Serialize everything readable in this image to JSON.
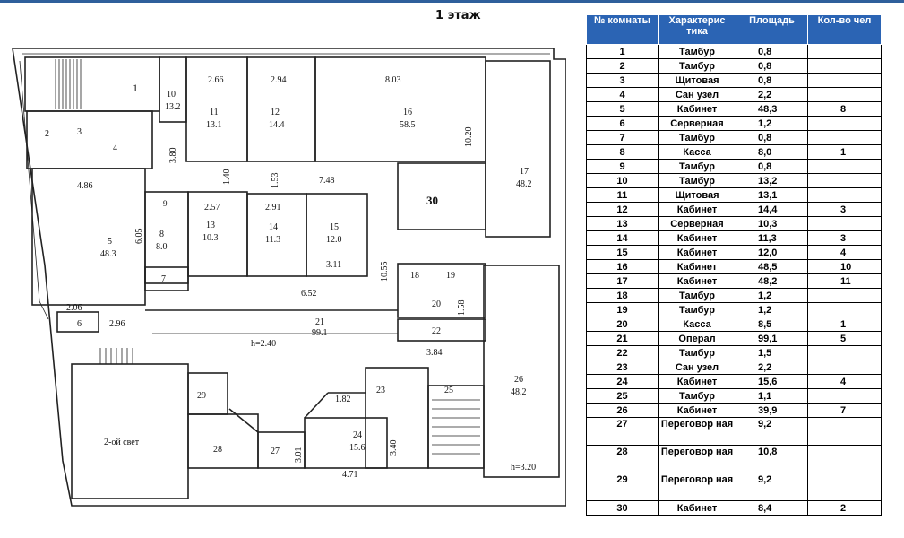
{
  "page": {
    "title": "1 этаж"
  },
  "table": {
    "headers": {
      "number": "№ комнаты",
      "type": "Характерис тика",
      "area": "Площадь",
      "people": "Кол-во чел"
    },
    "rows": [
      {
        "number": "1",
        "type": "Тамбур",
        "area": "0,8",
        "people": ""
      },
      {
        "number": "2",
        "type": "Тамбур",
        "area": "0,8",
        "people": ""
      },
      {
        "number": "3",
        "type": "Щитовая",
        "area": "0,8",
        "people": ""
      },
      {
        "number": "4",
        "type": "Сан узел",
        "area": "2,2",
        "people": ""
      },
      {
        "number": "5",
        "type": "Кабинет",
        "area": "48,3",
        "people": "8"
      },
      {
        "number": "6",
        "type": "Серверная",
        "area": "1,2",
        "people": ""
      },
      {
        "number": "7",
        "type": "Тамбур",
        "area": "0,8",
        "people": ""
      },
      {
        "number": "8",
        "type": "Касса",
        "area": "8,0",
        "people": "1"
      },
      {
        "number": "9",
        "type": "Тамбур",
        "area": "0,8",
        "people": ""
      },
      {
        "number": "10",
        "type": "Тамбур",
        "area": "13,2",
        "people": ""
      },
      {
        "number": "11",
        "type": "Щитовая",
        "area": "13,1",
        "people": ""
      },
      {
        "number": "12",
        "type": "Кабинет",
        "area": "14,4",
        "people": "3"
      },
      {
        "number": "13",
        "type": "Серверная",
        "area": "10,3",
        "people": ""
      },
      {
        "number": "14",
        "type": "Кабинет",
        "area": "11,3",
        "people": "3"
      },
      {
        "number": "15",
        "type": "Кабинет",
        "area": "12,0",
        "people": "4"
      },
      {
        "number": "16",
        "type": "Кабинет",
        "area": "48,5",
        "people": "10"
      },
      {
        "number": "17",
        "type": "Кабинет",
        "area": "48,2",
        "people": "11"
      },
      {
        "number": "18",
        "type": "Тамбур",
        "area": "1,2",
        "people": ""
      },
      {
        "number": "19",
        "type": "Тамбур",
        "area": "1,2",
        "people": ""
      },
      {
        "number": "20",
        "type": "Касса",
        "area": "8,5",
        "people": "1"
      },
      {
        "number": "21",
        "type": "Операл",
        "area": "99,1",
        "people": "5"
      },
      {
        "number": "22",
        "type": "Тамбур",
        "area": "1,5",
        "people": ""
      },
      {
        "number": "23",
        "type": "Сан узел",
        "area": "2,2",
        "people": ""
      },
      {
        "number": "24",
        "type": "Кабинет",
        "area": "15,6",
        "people": "4"
      },
      {
        "number": "25",
        "type": "Тамбур",
        "area": "1,1",
        "people": ""
      },
      {
        "number": "26",
        "type": "Кабинет",
        "area": "39,9",
        "people": "7"
      },
      {
        "number": "27",
        "type": "Переговор ная",
        "area": "9,2",
        "people": ""
      },
      {
        "number": "28",
        "type": "Переговор ная",
        "area": "10,8",
        "people": ""
      },
      {
        "number": "29",
        "type": "Переговор ная",
        "area": "9,2",
        "people": ""
      },
      {
        "number": "30",
        "type": "Кабинет",
        "area": "8,4",
        "people": "2"
      }
    ]
  },
  "plan": {
    "labels": [
      {
        "id": "r1",
        "text": "1"
      },
      {
        "id": "r10",
        "text": "10"
      },
      {
        "id": "r10a",
        "text": "13.2"
      },
      {
        "id": "d266",
        "text": "2.66"
      },
      {
        "id": "r11",
        "text": "11"
      },
      {
        "id": "r11a",
        "text": "13.1"
      },
      {
        "id": "d294",
        "text": "2.94"
      },
      {
        "id": "r12",
        "text": "12"
      },
      {
        "id": "r12a",
        "text": "14.4"
      },
      {
        "id": "d803",
        "text": "8.03"
      },
      {
        "id": "r16",
        "text": "16"
      },
      {
        "id": "r16a",
        "text": "58.5"
      },
      {
        "id": "d1020",
        "text": "10.20"
      },
      {
        "id": "r2",
        "text": "2"
      },
      {
        "id": "r3",
        "text": "3"
      },
      {
        "id": "r4",
        "text": "4"
      },
      {
        "id": "d380",
        "text": "3.80"
      },
      {
        "id": "d140",
        "text": "1.40"
      },
      {
        "id": "d153",
        "text": "1.53"
      },
      {
        "id": "d748",
        "text": "7.48"
      },
      {
        "id": "r17",
        "text": "17"
      },
      {
        "id": "r17a",
        "text": "48.2"
      },
      {
        "id": "d486",
        "text": "4.86"
      },
      {
        "id": "r9",
        "text": "9"
      },
      {
        "id": "d257",
        "text": "2.57"
      },
      {
        "id": "d291",
        "text": "2.91"
      },
      {
        "id": "r30",
        "text": "30"
      },
      {
        "id": "d605",
        "text": "6.05"
      },
      {
        "id": "r5",
        "text": "5"
      },
      {
        "id": "r5a",
        "text": "48.3"
      },
      {
        "id": "r8",
        "text": "8"
      },
      {
        "id": "r8a",
        "text": "8.0"
      },
      {
        "id": "r13",
        "text": "13"
      },
      {
        "id": "r13a",
        "text": "10.3"
      },
      {
        "id": "r14",
        "text": "14"
      },
      {
        "id": "r14a",
        "text": "11.3"
      },
      {
        "id": "r15",
        "text": "15"
      },
      {
        "id": "r15a",
        "text": "12.0"
      },
      {
        "id": "d311",
        "text": "3.11"
      },
      {
        "id": "d1055",
        "text": "10.55"
      },
      {
        "id": "r18",
        "text": "18"
      },
      {
        "id": "r19",
        "text": "19"
      },
      {
        "id": "r7",
        "text": "7"
      },
      {
        "id": "d652",
        "text": "6.52"
      },
      {
        "id": "d206",
        "text": "2.06"
      },
      {
        "id": "r20",
        "text": "20"
      },
      {
        "id": "d158",
        "text": "1.58"
      },
      {
        "id": "r6",
        "text": "6"
      },
      {
        "id": "d296",
        "text": "2.96"
      },
      {
        "id": "r21",
        "text": "21"
      },
      {
        "id": "r21a",
        "text": "99.1"
      },
      {
        "id": "r22",
        "text": "22"
      },
      {
        "id": "h240",
        "text": "h=2.40"
      },
      {
        "id": "d384",
        "text": "3.84"
      },
      {
        "id": "r26",
        "text": "26"
      },
      {
        "id": "r26a",
        "text": "48.2"
      },
      {
        "id": "r29",
        "text": "29"
      },
      {
        "id": "d182",
        "text": "1.82"
      },
      {
        "id": "r23",
        "text": "23"
      },
      {
        "id": "r25",
        "text": "25"
      },
      {
        "id": "light2",
        "text": "2-ой свет"
      },
      {
        "id": "r28",
        "text": "28"
      },
      {
        "id": "r27",
        "text": "27"
      },
      {
        "id": "r24",
        "text": "24"
      },
      {
        "id": "r24a",
        "text": "15.6"
      },
      {
        "id": "d340",
        "text": "3.40"
      },
      {
        "id": "d301",
        "text": "3.01"
      },
      {
        "id": "d471",
        "text": "4.71"
      },
      {
        "id": "h320",
        "text": "h=3.20"
      }
    ]
  }
}
